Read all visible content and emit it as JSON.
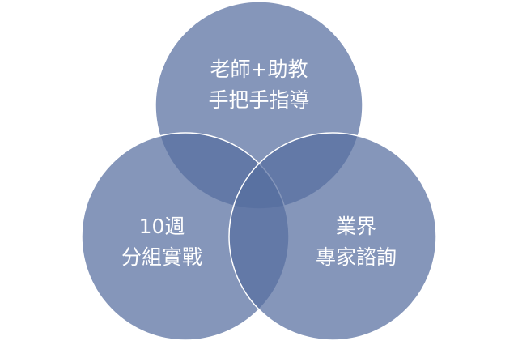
{
  "diagram": {
    "type": "venn",
    "colors": {
      "circle_fill": "#566ea0",
      "circle_fill_opacity": 0.72,
      "circle_stroke": "#ffffff",
      "background": "#ffffff",
      "text": "#ffffff"
    },
    "circles": [
      {
        "id": "top",
        "lines": [
          "老師+助教",
          "手把手指導"
        ]
      },
      {
        "id": "left",
        "lines": [
          "10週",
          "分組實戰"
        ]
      },
      {
        "id": "right",
        "lines": [
          "業界",
          "專家諮詢"
        ]
      }
    ]
  }
}
